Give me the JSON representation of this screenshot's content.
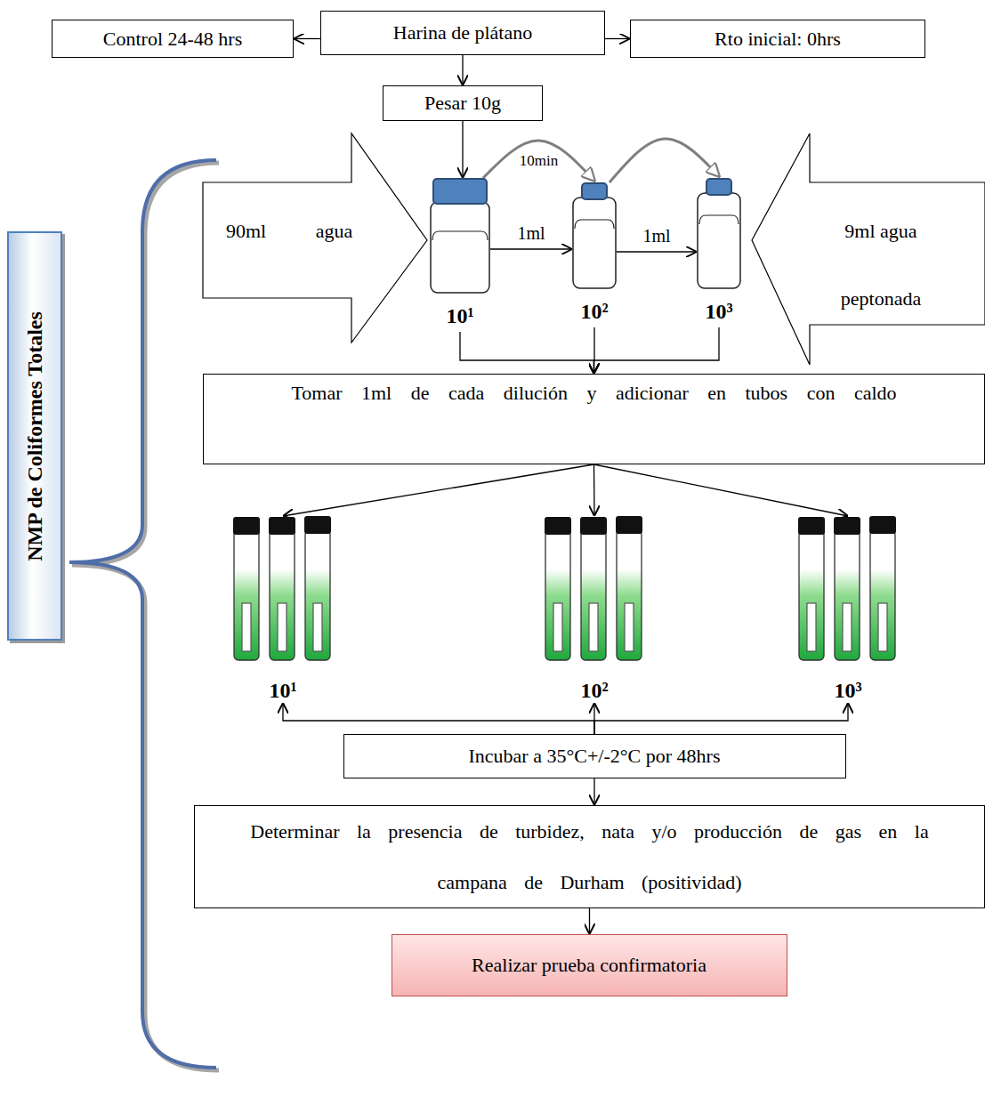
{
  "diagram": {
    "nodes": [
      {
        "text": [
          "Control 24-48 hrs"
        ]
      },
      {
        "text": [
          "Harina de plátano"
        ]
      },
      {
        "text": [
          "Rto inicial: 0hrs"
        ]
      },
      {
        "text": [
          "Pesar 10g"
        ]
      },
      {
        "text": [
          "NMP de Coliformes Totales"
        ]
      },
      {
        "text": [
          "90ml agua"
        ]
      },
      {
        "text": [
          "10¹"
        ]
      },
      {
        "text": [
          "10²"
        ]
      },
      {
        "text": [
          "10³"
        ]
      },
      {
        "text": [
          "9ml agua peptonada"
        ]
      },
      {
        "text": [
          "Tomar 1ml de cada dilución y adicionar en tubos con caldo"
        ]
      },
      {
        "text": [
          "10¹"
        ]
      },
      {
        "text": [
          "10²"
        ]
      },
      {
        "text": [
          "10³"
        ]
      },
      {
        "text": [
          "Incubar a 35°C+/-2°C por 48hrs"
        ]
      },
      {
        "text": [
          "Determinar la presencia de turbidez, nata y/o producción de gas en la campana de Durham (positividad)"
        ]
      },
      {
        "text": [
          "Realizar prueba confirmatoria"
        ]
      }
    ],
    "edges": [
      {
        "from": 1,
        "to": 0,
        "arrow": "to"
      },
      {
        "from": 1,
        "to": 2,
        "arrow": "to"
      },
      {
        "from": 1,
        "to": 3,
        "arrow": "to"
      },
      {
        "from": 3,
        "to": 6,
        "arrow": "to"
      },
      {
        "from": 6,
        "to": 7,
        "label": "1ml",
        "arrow": "to"
      },
      {
        "from": 7,
        "to": 8,
        "label": "1ml",
        "arrow": "to"
      },
      {
        "from": 6,
        "to": 7,
        "label": "10min",
        "arrow": "to"
      },
      {
        "from": 7,
        "to": 8,
        "arrow": "to"
      },
      {
        "from": 6,
        "to": 10,
        "arrow": "to"
      },
      {
        "from": 7,
        "to": 10,
        "arrow": "to"
      },
      {
        "from": 8,
        "to": 10,
        "arrow": "to"
      },
      {
        "from": 10,
        "to": 11,
        "arrow": "to"
      },
      {
        "from": 10,
        "to": 12,
        "arrow": "to"
      },
      {
        "from": 10,
        "to": 13,
        "arrow": "to"
      },
      {
        "from": 14,
        "to": 11,
        "arrow": "to"
      },
      {
        "from": 14,
        "to": 12,
        "arrow": "to"
      },
      {
        "from": 14,
        "to": 13,
        "arrow": "to"
      },
      {
        "from": 14,
        "to": 15,
        "arrow": "to"
      },
      {
        "from": 15,
        "to": 16,
        "arrow": "to"
      }
    ]
  }
}
